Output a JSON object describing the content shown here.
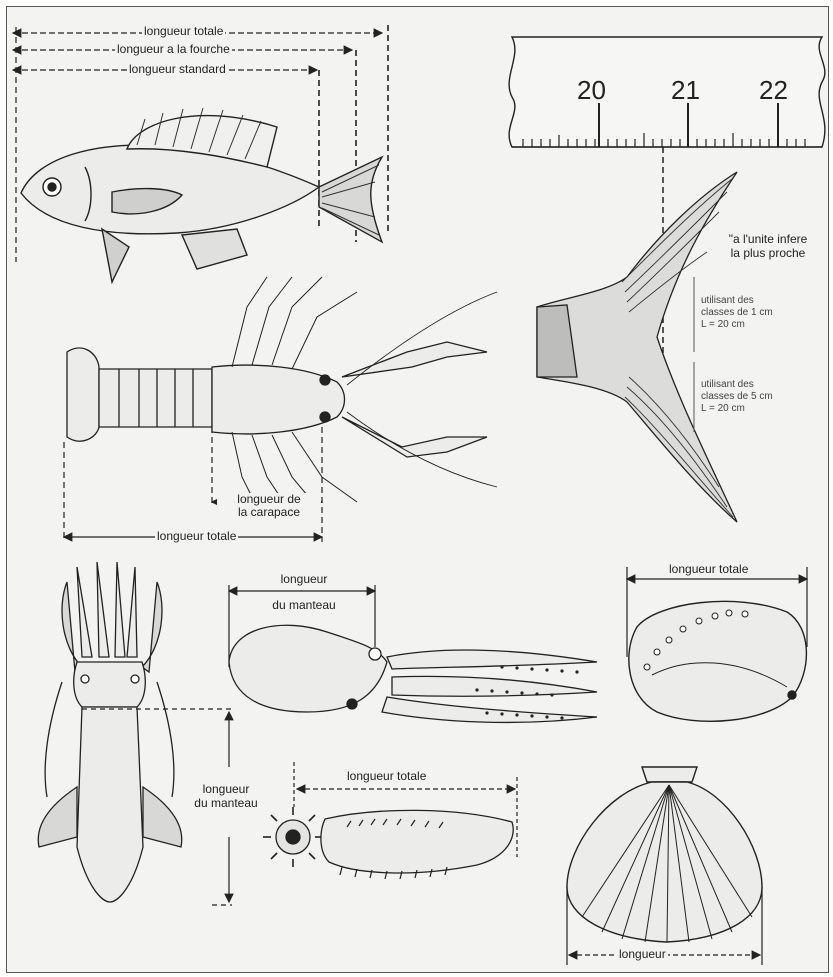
{
  "fish": {
    "total_length": "longueur totale",
    "fork_length": "longueur a la fourche",
    "standard_length": "longueur standard"
  },
  "ruler": {
    "ticks": [
      "20",
      "21",
      "22"
    ],
    "note_line1": "\"a l'unite infere",
    "note_line2": "la plus proche",
    "box1_line1": "utilisant des",
    "box1_line2": "classes de 1 cm",
    "box1_line3": "L = 20 cm",
    "box2_line1": "utilisant des",
    "box2_line2": "classes de 5 cm",
    "box2_line3": "L = 20 cm"
  },
  "lobster": {
    "carapace_line1": "longueur de",
    "carapace_line2": "la carapace",
    "total_length": "longueur totale"
  },
  "octopus": {
    "mantle_line1": "longueur",
    "mantle_line2": "du manteau"
  },
  "squid": {
    "mantle_line1": "longueur",
    "mantle_line2": "du manteau"
  },
  "sea_cucumber": {
    "total_length": "longueur totale"
  },
  "abalone": {
    "total_length": "longueur totale"
  },
  "scallop": {
    "length": "longueur"
  },
  "colors": {
    "paper": "#f3f3f1",
    "ink": "#222222"
  }
}
